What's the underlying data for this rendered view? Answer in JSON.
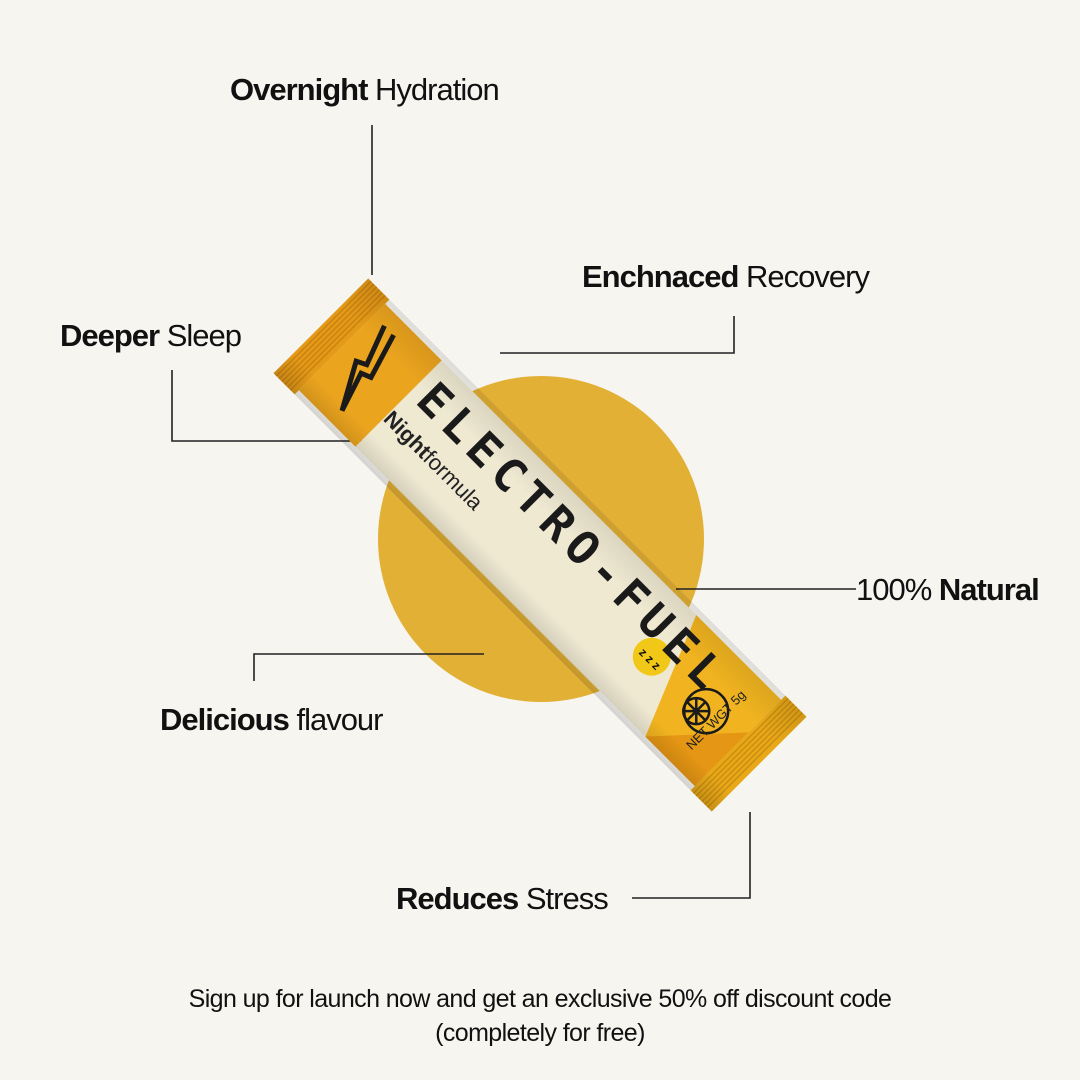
{
  "colors": {
    "background": "#f7f5f0",
    "circle": "#e2b035",
    "packet_orange": "#e9a21c",
    "packet_cream": "#efe9d2",
    "text": "#111111"
  },
  "callouts": {
    "overnight": {
      "bold": "Overnight",
      "regular": "Hydration"
    },
    "recovery": {
      "bold": "Enchnaced",
      "regular": "Recovery"
    },
    "sleep": {
      "bold": "Deeper",
      "regular": "Sleep"
    },
    "natural": {
      "regular": "100%",
      "bold": "Natural"
    },
    "flavour": {
      "bold": "Delicious",
      "regular": "flavour"
    },
    "stress": {
      "bold": "Reduces",
      "regular": "Stress"
    }
  },
  "product": {
    "brand": "ELECTRO-FUEL",
    "sub_bold": "Night",
    "sub_regular": "formula",
    "net_weight": "NET WGT 5g",
    "icons": [
      "lightning-logo-icon",
      "zzz-sleep-icon",
      "orange-fruit-icon"
    ]
  },
  "footer": {
    "line1": "Sign up for launch now and get an exclusive 50% off discount code",
    "line2": "(completely for free)"
  }
}
